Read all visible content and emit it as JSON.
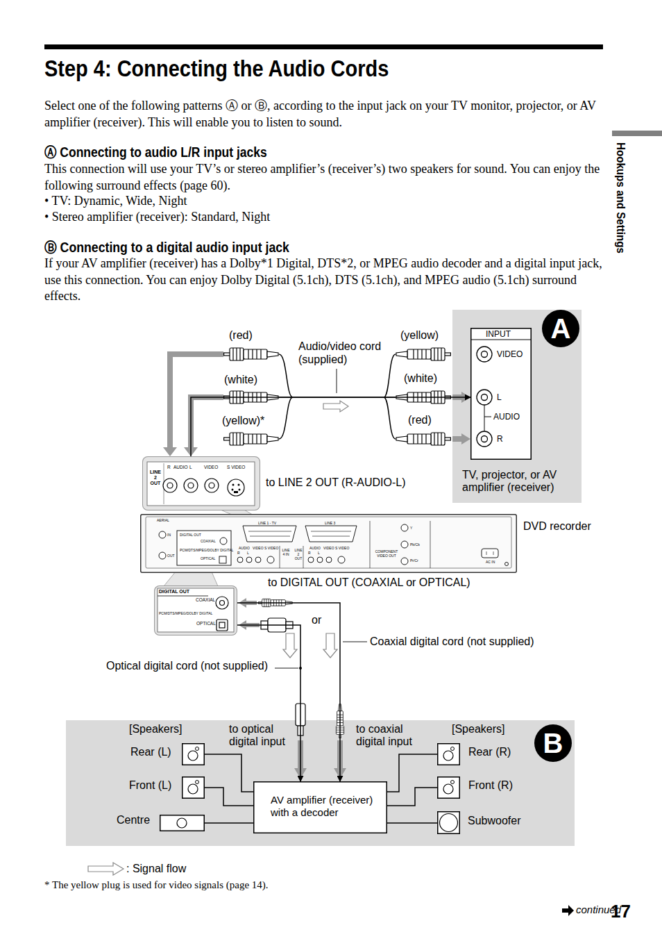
{
  "diagram": {
    "title": "Step 4: Connecting the Audio Cords",
    "nodes": [
      {
        "text": [
          "A"
        ]
      },
      {
        "text": [
          "INPUT",
          "VIDEO",
          "L",
          "AUDIO",
          "R"
        ],
        "in": 0
      },
      {
        "text": [
          "LINE 2 OUT",
          "R",
          "AUDIO",
          "L",
          "VIDEO",
          "S VIDEO"
        ]
      },
      {
        "text": [
          "AERIAL",
          "IN",
          "OUT",
          "DIGITAL OUT",
          "COAXIAL",
          "PCM/DTS/MPEG/DOLBY DIGITAL",
          "OPTICAL",
          "LINE 1 - TV",
          "AUDIO",
          "R",
          "L",
          "VIDEO",
          "S VIDEO",
          "LINE 4 IN",
          "LINE 3",
          "LINE 2 OUT",
          "AUDIO",
          "R",
          "L",
          "VIDEO",
          "S VIDEO",
          "COMPONENT VIDEO OUT",
          "Y",
          "Pb/Cb",
          "Pr/Cr",
          "AC IN"
        ]
      },
      {
        "text": [
          "DIGITAL OUT",
          "COAXIAL",
          "PCM/DTS/MPEG/DOLBY DIGITAL",
          "OPTICAL"
        ]
      },
      {
        "text": [
          "B"
        ]
      },
      {
        "text": [
          "Rear (L)"
        ],
        "in": 5
      },
      {
        "text": [
          "Front (L)"
        ],
        "in": 5
      },
      {
        "text": [
          "Centre"
        ],
        "in": 5
      },
      {
        "text": [
          "AV amplifier (receiver) with a decoder"
        ],
        "in": 5
      },
      {
        "text": [
          "Rear (R)"
        ],
        "in": 5
      },
      {
        "text": [
          "Front (R)"
        ],
        "in": 5
      },
      {
        "text": [
          "Subwoofer"
        ],
        "in": 5
      }
    ],
    "edges": [
      {
        "from": 2,
        "to": 1,
        "arrow": "to"
      },
      {
        "from": 4,
        "to": 9,
        "arrow": "to"
      },
      {
        "from": 4,
        "to": 9,
        "arrow": "to"
      },
      {
        "from": 9,
        "to": 6,
        "arrow": "none"
      },
      {
        "from": 9,
        "to": 7,
        "arrow": "none"
      },
      {
        "from": 9,
        "to": 8,
        "arrow": "none"
      },
      {
        "from": 9,
        "to": 10,
        "arrow": "none"
      },
      {
        "from": 9,
        "to": 11,
        "arrow": "none"
      },
      {
        "from": 9,
        "to": 12,
        "arrow": "none"
      }
    ],
    "labels": [
      "Select one of the following patterns Ⓐ or Ⓑ, according to the input jack on your TV monitor, projector, or AV amplifier (receiver). This will enable you to listen to sound.",
      "Ⓐ Connecting to audio L/R input jacks",
      "This connection will use your TV’s or stereo amplifier’s (receiver’s) two speakers for sound. You can enjoy the following surround effects (page 60).",
      "• TV: Dynamic, Wide, Night",
      "• Stereo amplifier (receiver): Standard, Night",
      "Ⓑ Connecting to a digital audio input jack",
      "If your AV amplifier (receiver) has a Dolby*1 Digital, DTS*2, or MPEG audio decoder and a digital input jack, use this connection. You can enjoy Dolby Digital (5.1ch), DTS (5.1ch), and MPEG audio (5.1ch) surround effects.",
      "Hookups and Settings",
      "(red)",
      "(white)",
      "(yellow)*",
      "Audio/video cord (supplied)",
      "(yellow)",
      "(white)",
      "(red)",
      "TV, projector, or AV amplifier (receiver)",
      "to LINE 2 OUT (R-AUDIO-L)",
      "DVD recorder",
      "to DIGITAL OUT (COAXIAL or OPTICAL)",
      "or",
      "Coaxial digital cord (not supplied)",
      "Optical digital cord (not supplied)",
      "[Speakers]",
      "to optical digital input",
      "to coaxial digital input",
      "[Speakers]",
      "* The yellow plug is used for video signals (page 14).",
      "continued",
      "17"
    ],
    "legend": [
      {
        "text": ": Signal flow"
      }
    ]
  }
}
